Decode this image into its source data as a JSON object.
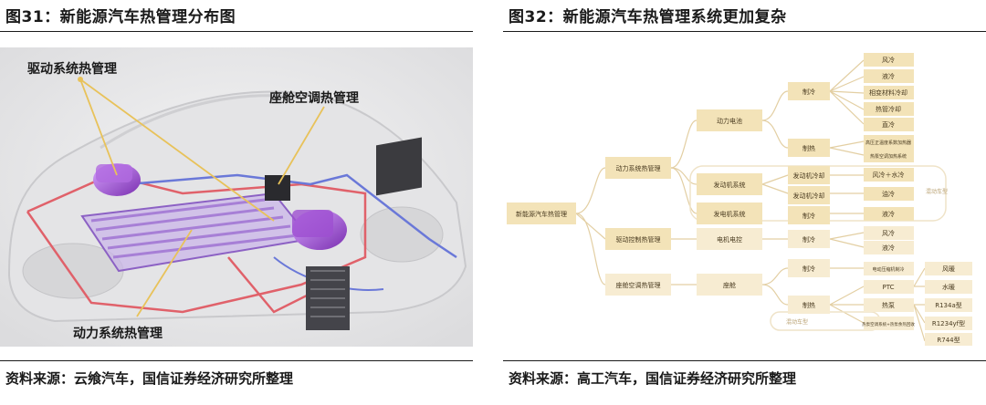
{
  "left_figure": {
    "title": "图31：新能源汽车热管理分布图",
    "labels": {
      "drive": "驱动系统热管理",
      "cabin": "座舱空调热管理",
      "power": "动力系统热管理"
    },
    "source": "资料来源：云飨汽车，国信证券经济研究所整理"
  },
  "right_figure": {
    "title": "图32：新能源汽车热管理系统更加复杂",
    "source": "资料来源：高工汽车，国信证券经济研究所整理",
    "nodes": {
      "root": "新能源汽车热管理",
      "power_sys": "动力系统热管理",
      "drive_sys": "驱动控制热管理",
      "cabin_sys": "座舱空调热管理",
      "battery": "动力电池",
      "engine": "发动机系统",
      "generator": "发电机系统",
      "motor": "电机电控",
      "cabin": "座舱",
      "bat_cool": "制冷",
      "bat_heat": "制热",
      "eng_cool": "发动机冷却",
      "eng_oil": "发动机冷却",
      "gen_cool": "制冷",
      "motor_cool": "制冷",
      "cabin_cool": "制冷",
      "cabin_heat": "制热",
      "c_air": "风冷",
      "c_liquid": "液冷",
      "c_phase": "相变材料冷却",
      "c_direct": "热管冷却",
      "c_direct2": "直冷",
      "h_heater": "高压正温度系数加热器",
      "h_heatpump": "热泵空调加热系统",
      "e_water": "风冷＋水冷",
      "e_oil": "油冷",
      "g_liquid": "液冷",
      "m_air": "风冷",
      "m_liquid": "液冷",
      "cab_compressor": "电动压缩机制冷",
      "cab_ptc": "PTC",
      "cab_heatpump": "热泵",
      "cab_heatpump_note": "热泵空调系统+热泵余热回收",
      "w_air": "风暖",
      "w_water": "水暖",
      "r134": "R134a型",
      "r1234": "R1234yf型",
      "r744": "R744型",
      "hybrid_tag": "混动车型",
      "hybrid_tag2": "混动车型"
    }
  }
}
